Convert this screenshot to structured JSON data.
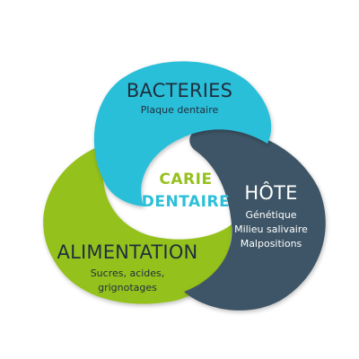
{
  "diagram": {
    "center": {
      "line1": "CARIE",
      "line2": "DENTAIRE",
      "line1_color": "#95c11f",
      "line2_color": "#2bbfd9"
    },
    "segments": [
      {
        "id": "bacteries",
        "title": "BACTERIES",
        "subtitle_lines": [
          "Plaque dentaire"
        ],
        "color": "#2bbfd9",
        "text_color": "#1f2e3d"
      },
      {
        "id": "hote",
        "title": "HÔTE",
        "subtitle_lines": [
          "Génétique",
          "Milieu salivaire",
          "Malpositions"
        ],
        "color": "#3e5466",
        "text_color": "#ffffff"
      },
      {
        "id": "alimentation",
        "title": "ALIMENTATION",
        "subtitle_lines": [
          "Sucres, acides,",
          "grignotages"
        ],
        "color": "#95c11f",
        "text_color": "#1f2e3d"
      }
    ]
  }
}
